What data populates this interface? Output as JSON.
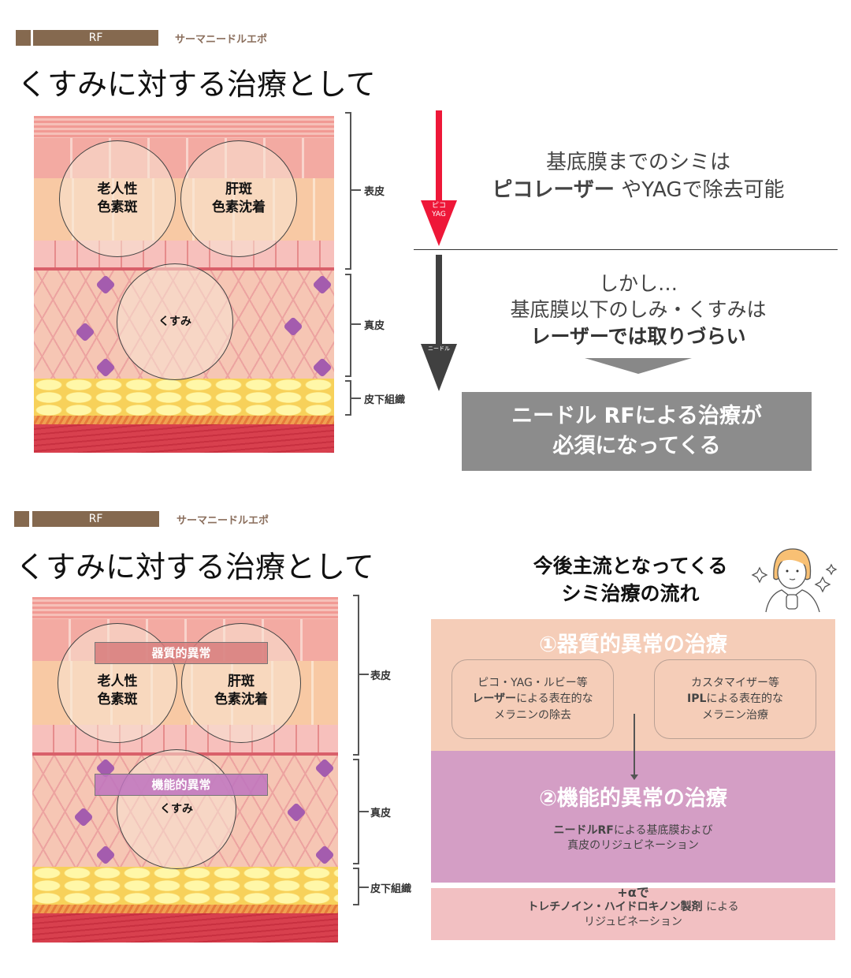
{
  "header": {
    "category": "RF",
    "product": "サーマニードルエポ"
  },
  "title": "くすみに対する治療として",
  "skin": {
    "circles": {
      "senile": [
        "老人性",
        "色素斑"
      ],
      "melasma": [
        "肝斑",
        "色素沈着"
      ],
      "dullness": "くすみ"
    },
    "layers": {
      "epidermis": "表皮",
      "dermis": "真皮",
      "subcutis": "皮下組織"
    },
    "tags": {
      "organic": "器質的異常",
      "functional": "機能的異常"
    }
  },
  "slide1": {
    "arrow_red_label": [
      "ピコ",
      "YAG"
    ],
    "arrow_dark_label": "ニードル",
    "block1": {
      "line1": "基底膜までのシミは",
      "line2_bold": "ピコレーザー",
      "line2_rest": " やYAGで除去可能"
    },
    "block2": {
      "line1": "しかし…",
      "line2": "基底膜以下のしみ・くすみは",
      "line3": "レーザーでは取りづらい"
    },
    "conclusion": [
      "ニードル RFによる治療が",
      "必須になってくる"
    ],
    "colors": {
      "red": "#ee1738",
      "dark": "#404040",
      "gray_box": "#8c8c8c"
    }
  },
  "slide2": {
    "flow_title": [
      "今後主流となってくる",
      "シミ治療の流れ"
    ],
    "section1": {
      "title": "①器質的異常の治療",
      "left": {
        "line1": "ピコ・YAG・ルビー等",
        "line2_bold": "レーザー",
        "line2_rest": "による表在的な",
        "line3": "メラニンの除去"
      },
      "right": {
        "line1": "カスタマイザー等",
        "line2_bold": "IPL",
        "line2_rest": "による表在的な",
        "line3": "メラニン治療"
      }
    },
    "section2": {
      "title": "②機能的異常の治療",
      "line1_bold": "ニードルRF",
      "line1_rest": "による基底膜および",
      "line2": "真皮のリジュビネーション"
    },
    "section3": {
      "line1": "+αで",
      "line2_bold": "トレチノイン・ハイドロキノン製剤",
      "line2_rest": " による",
      "line3": "リジュビネーション"
    },
    "colors": {
      "peach": "#f5cdb8",
      "purple": "#d49ec5",
      "pink": "#f2c0c2"
    }
  }
}
